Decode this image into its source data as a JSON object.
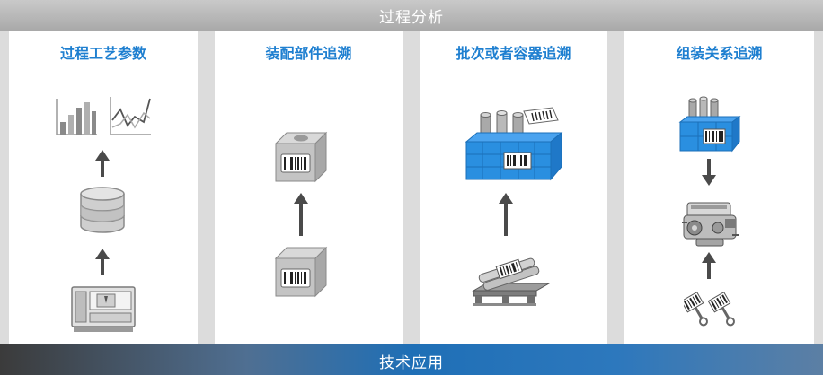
{
  "header": {
    "title": "过程分析"
  },
  "footer": {
    "title": "技术应用"
  },
  "cards": [
    {
      "title": "过程工艺参数"
    },
    {
      "title": "装配部件追溯"
    },
    {
      "title": "批次或者容器追溯"
    },
    {
      "title": "组装关系追溯"
    }
  ],
  "colors": {
    "accent_text": "#1e7fd0",
    "container_blue": "#2a8fe0",
    "arrow": "#4a4a4a"
  },
  "icons": [
    "bar-chart-icon",
    "line-chart-icon",
    "database-icon",
    "cnc-machine-icon",
    "barcode-box-icon",
    "barcode-crate-icon",
    "barcode-pallet-icon",
    "engine-icon",
    "key-tags-icon",
    "arrow-icon"
  ]
}
